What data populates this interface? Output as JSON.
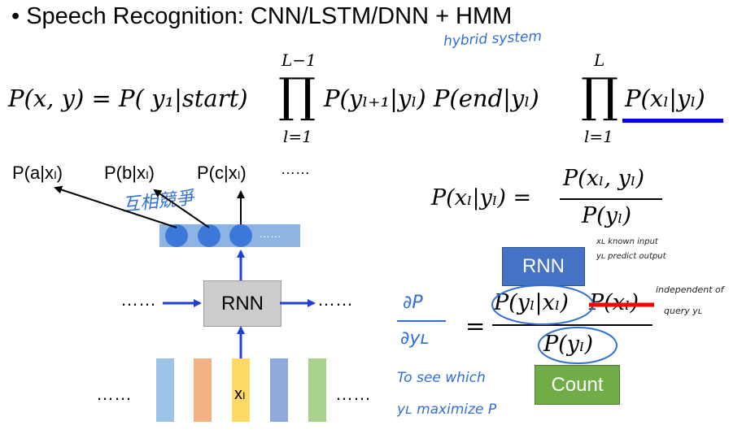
{
  "title": "• Speech Recognition: CNN/LSTM/DNN + HMM",
  "handwritten": {
    "hybrid": "hybrid system",
    "chinese": "互相競爭",
    "dp": "∂P",
    "dy": "∂yʟ",
    "to_see_1": "To see which",
    "to_see_2": "yʟ maximize P",
    "xl_known": "xʟ known input",
    "yl_predict": "yʟ predict output",
    "independent": "independent of",
    "query": "query yʟ"
  },
  "formula": {
    "lhs": "P(x, y) = P( y₁|start)",
    "prod1_top": "L−1",
    "prod1_bottom": "l=1",
    "mid": "P(yₗ₊₁|yₗ) P(end|yₗ)",
    "prod2_top": "L",
    "prod2_bottom": "l=1",
    "emission": "P(xₗ|yₗ)"
  },
  "bayes": {
    "lhs": "P(xₗ|yₗ) =",
    "numerator": "P(xₗ, yₗ)",
    "denominator": "P(yₗ)"
  },
  "eq2": {
    "equals": "=",
    "num1": "P(yₗ|xₗ)",
    "num2": "P(xₗ)",
    "den": "P(yₗ)"
  },
  "diagram": {
    "prob_a": "P(a|xₗ)",
    "prob_b": "P(b|xₗ)",
    "prob_c": "P(c|xₗ)",
    "prob_dots": "……",
    "rnn_label": "RNN",
    "left_dots": "……",
    "right_dots": "……",
    "output_dots": "……",
    "input_left_dots": "……",
    "input_right_dots": "……",
    "input_label": "xₗ"
  },
  "buttons": {
    "rnn": "RNN",
    "count": "Count"
  },
  "colors": {
    "hand_blue": "#2f6fd6",
    "rnn_box": "#4472c4",
    "count_box": "#70ad47",
    "strike_red": "#ff0000",
    "underline_blue": "#0000ee",
    "arrow_blue": "#1f3fd6"
  }
}
